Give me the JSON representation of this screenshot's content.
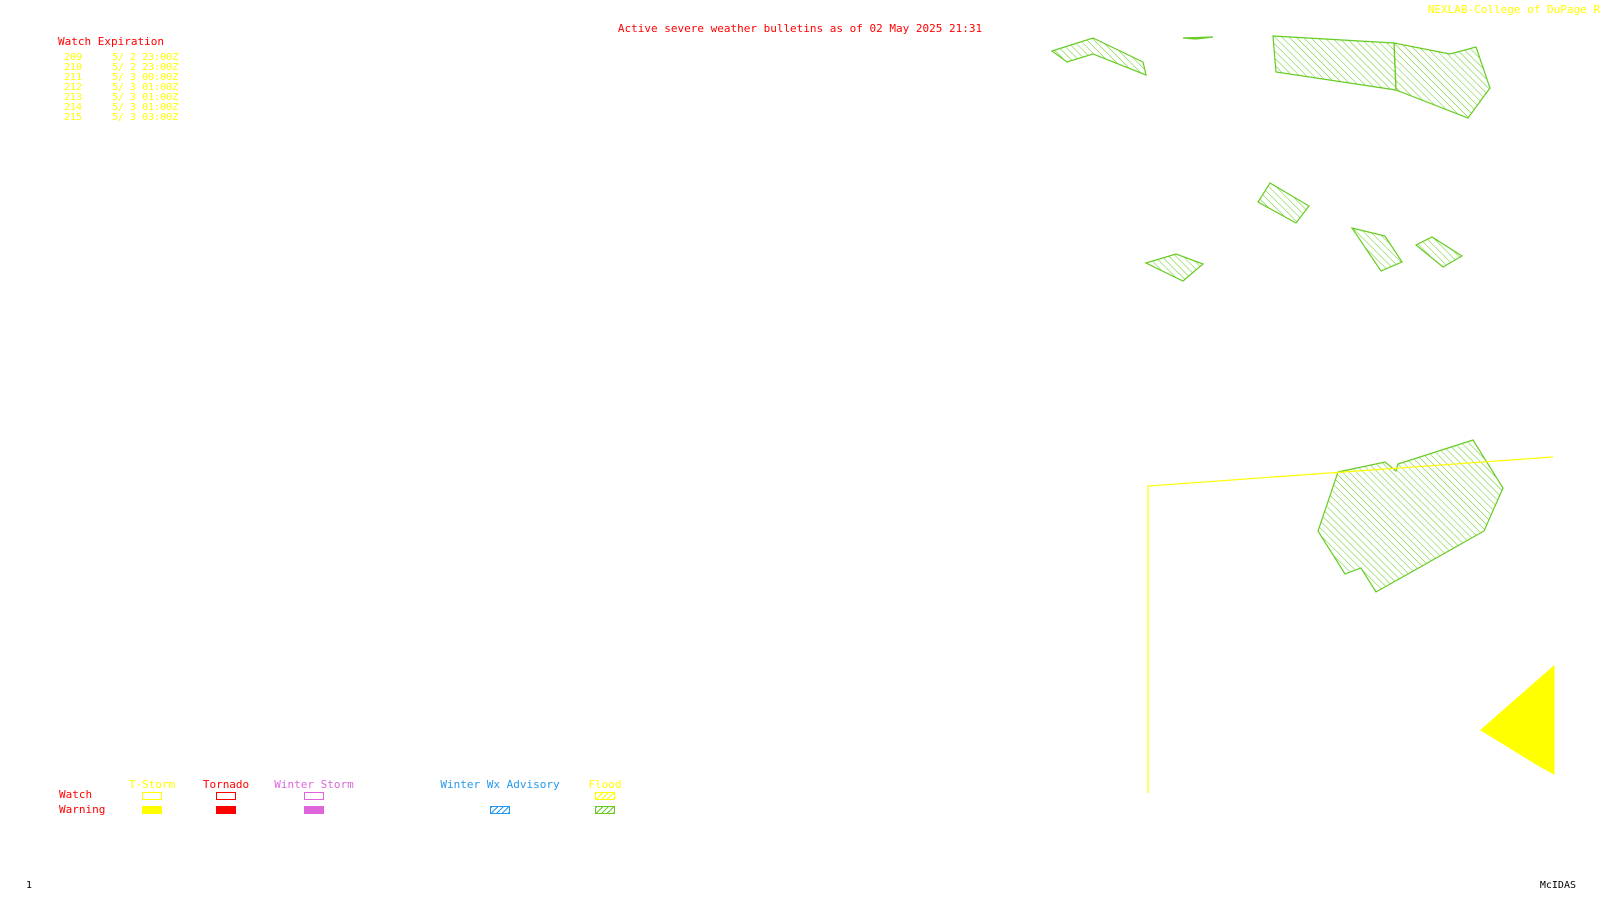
{
  "header": {
    "credit": "NEXLAB-College of DuPage R",
    "title": "Active severe weather bulletins as of 02 May 2025 21:31"
  },
  "watch_expiration": {
    "heading": "Watch Expiration",
    "rows": [
      {
        "number": "209",
        "expires": "5/ 2 23:00Z"
      },
      {
        "number": "210",
        "expires": "5/ 2 23:00Z"
      },
      {
        "number": "211",
        "expires": "5/ 3 00:00Z"
      },
      {
        "number": "212",
        "expires": "5/ 3 01:00Z"
      },
      {
        "number": "213",
        "expires": "5/ 3 01:00Z"
      },
      {
        "number": "214",
        "expires": "5/ 3 01:00Z"
      },
      {
        "number": "215",
        "expires": "5/ 3 03:00Z"
      }
    ]
  },
  "legend": {
    "row_labels": {
      "watch": "Watch",
      "warning": "Warning"
    },
    "row_label_color": "#ff0000",
    "columns": [
      {
        "name": "T-Storm",
        "color": "#ffff00",
        "watch_style": "outline",
        "warning_style": "solid"
      },
      {
        "name": "Tornado",
        "color": "#ff0000",
        "watch_style": "outline",
        "warning_style": "solid"
      },
      {
        "name": "Winter Storm",
        "color": "#dd66dd",
        "watch_style": "outline",
        "warning_style": "solid"
      },
      {
        "name": "Winter Wx Advisory",
        "color": "#2299ee",
        "watch_style": "none",
        "warning_style": "hatched"
      },
      {
        "name": "Flood",
        "color": "#ffff00",
        "watch_style": "hatched",
        "warning_style": "hatched",
        "warning_color": "#66cc22"
      }
    ]
  },
  "map": {
    "flood_warning_color": "#66cc22",
    "tstorm_watch_color": "#ffff00",
    "tstorm_warning_color": "#ffff00"
  },
  "footer": {
    "frame_number": "1",
    "product": "McIDAS"
  }
}
